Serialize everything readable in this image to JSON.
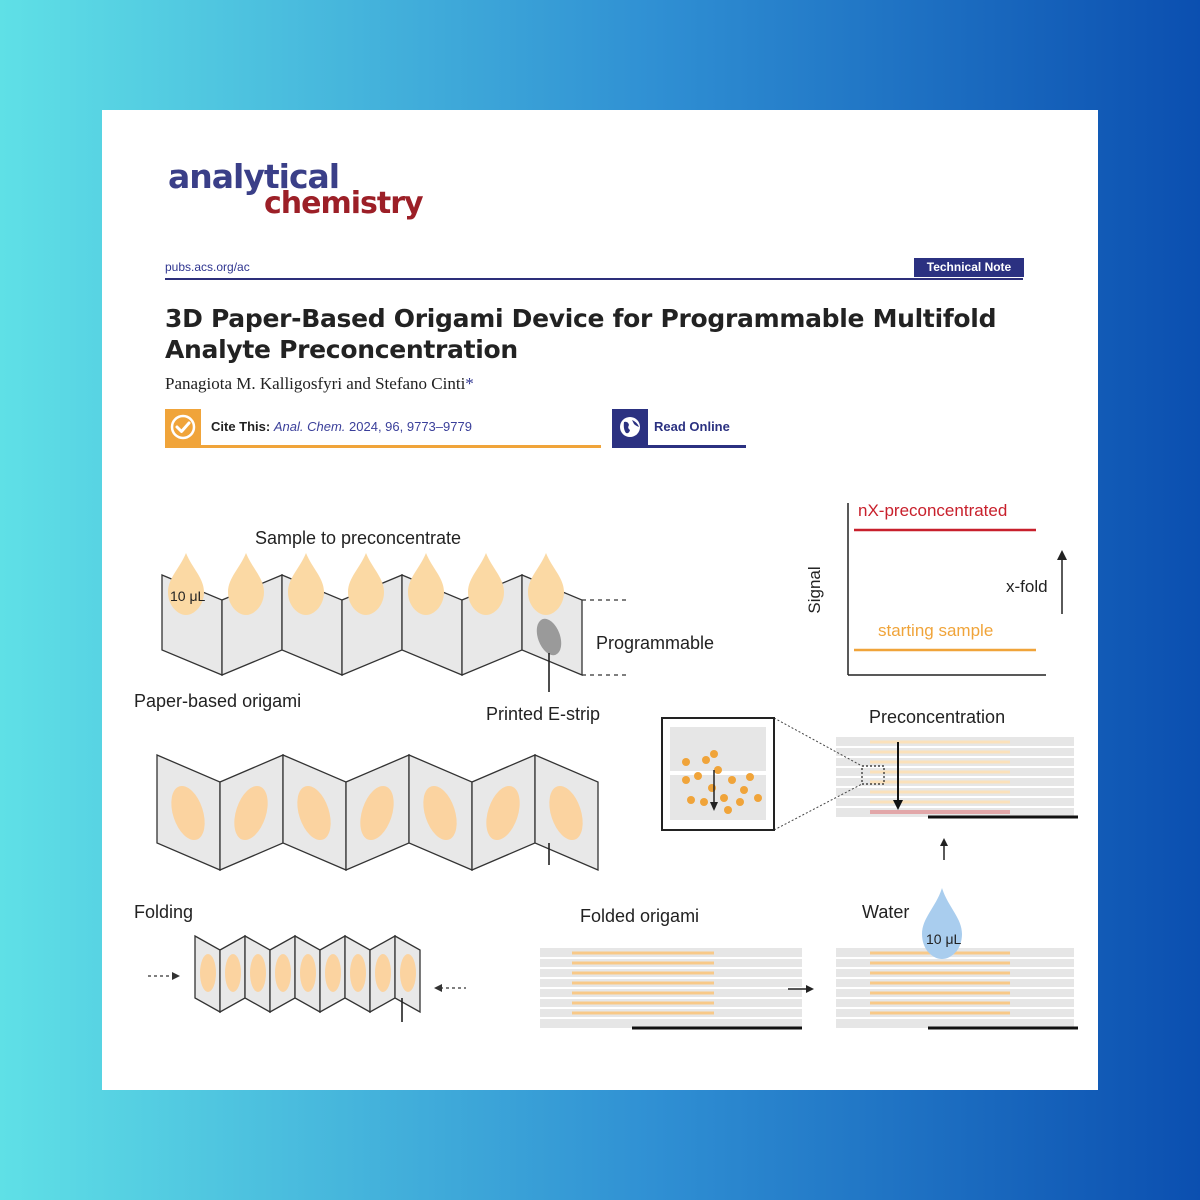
{
  "journal": {
    "logo_line1": "analytical",
    "logo_line2": "chemistry",
    "url": "pubs.acs.org/ac",
    "section": "Technical Note"
  },
  "article": {
    "title": "3D Paper-Based Origami Device for Programmable Multifold Analyte Preconcentration",
    "authors": "Panagiota M. Kalligosfyri and Stefano Cinti",
    "corresponding_mark": "*"
  },
  "cite": {
    "label": "Cite This:",
    "journal": "Anal. Chem.",
    "details": "2024, 96, 9773–9779"
  },
  "read_online": "Read Online",
  "figure": {
    "sample_title": "Sample to preconcentrate",
    "volume": "10 μL",
    "programmable": "Programmable",
    "paper_origami": "Paper-based origami",
    "e_strip": "Printed E-strip",
    "folding": "Folding",
    "folded": "Folded origami",
    "water": "Water",
    "preconcentration": "Preconcentration",
    "signal_axis": "Signal",
    "nx_label": "nX-preconcentrated",
    "start_label": "starting sample",
    "fold_label": "x-fold"
  },
  "colors": {
    "orange": "#f0a43a",
    "navy": "#2b3181",
    "red": "#c8202c",
    "drop": "#fbd9a4",
    "panel": "#e6e6e6"
  }
}
